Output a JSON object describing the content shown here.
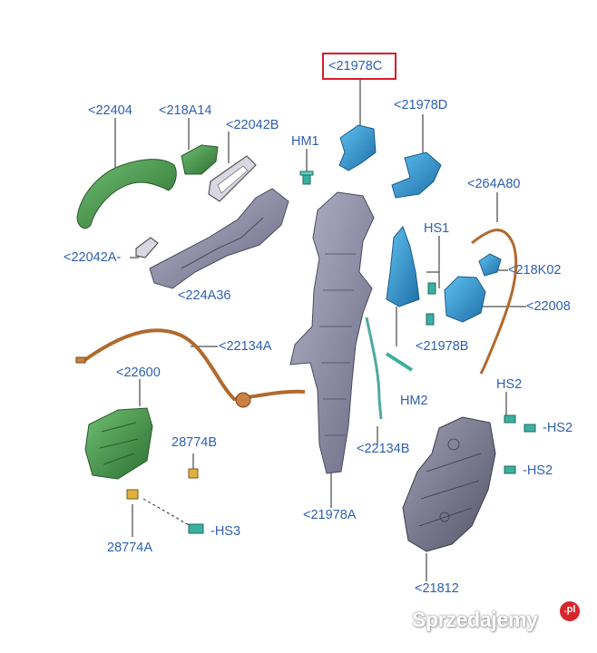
{
  "labels": {
    "l21978C": "<21978C",
    "l22404": "<22404",
    "l218A14": "<218A14",
    "l22042B": "<22042B",
    "lHM1": "HM1",
    "l21978D": "<21978D",
    "l264A80": "<264A80",
    "lHS1": "HS1",
    "l22042A": "<22042A-",
    "l224A36": "<224A36",
    "l218K02": "<218K02",
    "l22008": "<22008",
    "l22134A": "<22134A",
    "l21978B": "<21978B",
    "l22600": "<22600",
    "lHM2": "HM2",
    "lHS2a": "HS2",
    "lHS2b": "-HS2",
    "l28774B": "28774B",
    "l22134B": "<22134B",
    "lHS2c": "-HS2",
    "l21978A": "<21978A",
    "lHS3": "-HS3",
    "l28774A": "28774A",
    "l21812": "<21812"
  },
  "watermark": {
    "text": "Sprzedajemy",
    "badge": ".pl"
  },
  "colors": {
    "label": "#2e5fb0",
    "highlight": "#d81e2a",
    "green_part": "#3f8a44",
    "teal_part": "#2f8fcf",
    "gray_part": "#8c8ca6",
    "cable": "#b06a2e"
  }
}
